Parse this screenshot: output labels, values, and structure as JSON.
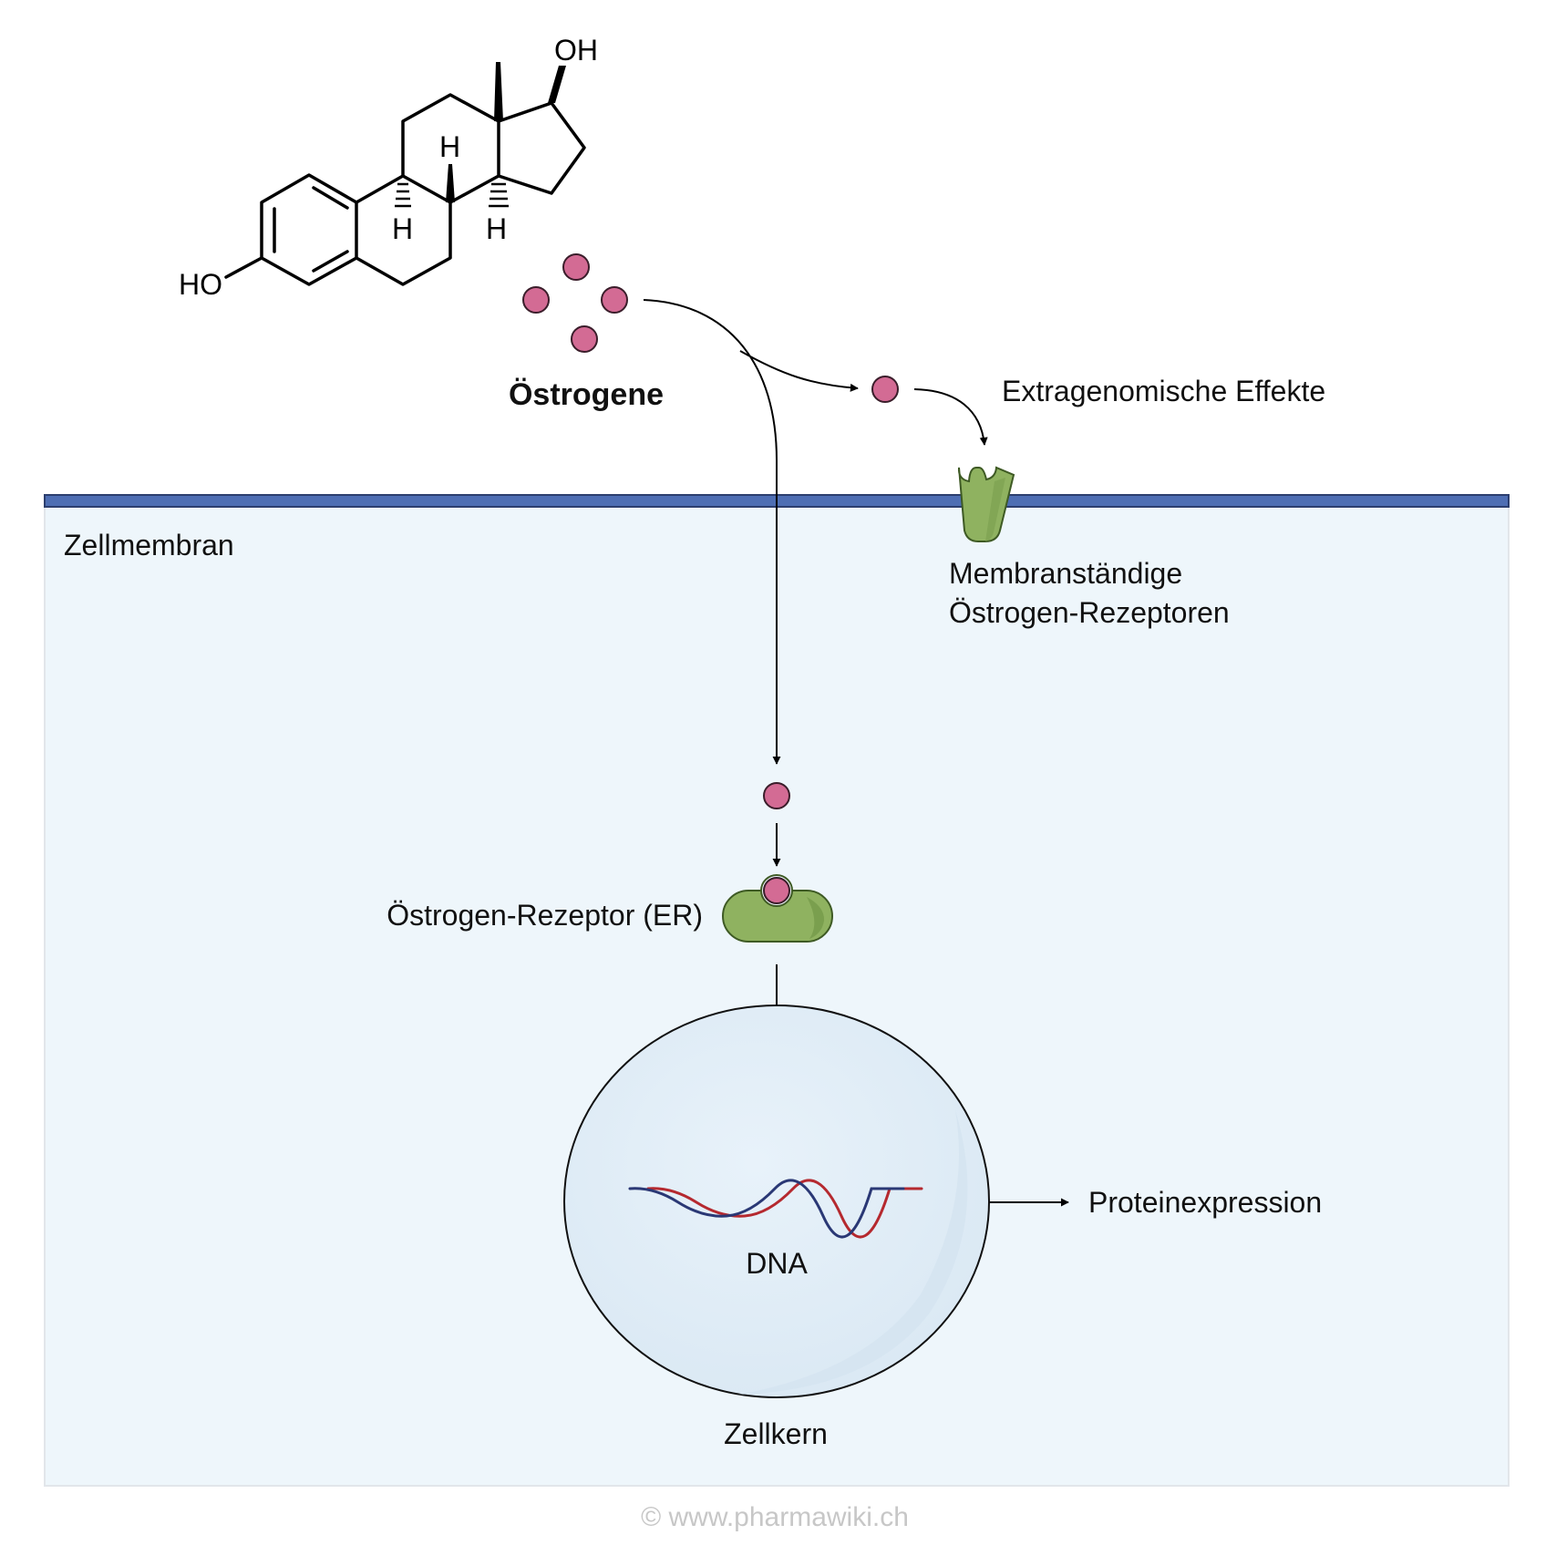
{
  "molecule": {
    "oh_top": "OH",
    "ho_left": "HO",
    "h_top": "H",
    "h_left": "H",
    "h_right": "H"
  },
  "labels": {
    "oestrogene": "Östrogene",
    "extragenomic": "Extragenomische Effekte",
    "cell_membrane": "Zellmembran",
    "membrane_receptors_line1": "Membranständige",
    "membrane_receptors_line2": "Östrogen-Rezeptoren",
    "er": "Östrogen-Rezeptor (ER)",
    "dna": "DNA",
    "protein_expression": "Proteinexpression",
    "nucleus": "Zellkern",
    "copyright": "© www.pharmawiki.ch"
  },
  "colors": {
    "ligand": "#d36b94",
    "receptor": "#8fb260",
    "membrane": "#4e6eb3",
    "cell": "#eef6fb",
    "nucleus": "#e2eef8",
    "dna_strand_a": "#b5292f",
    "dna_strand_b": "#2a3875"
  }
}
